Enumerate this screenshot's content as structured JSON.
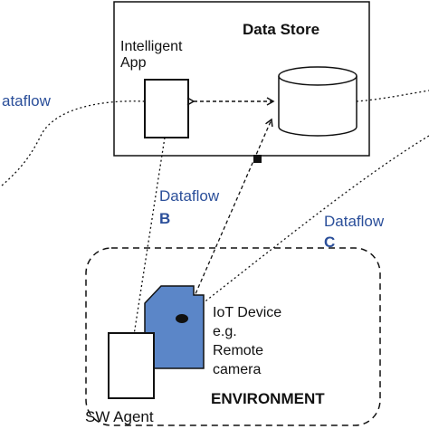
{
  "data_store": {
    "title": "Data Store"
  },
  "intelligent_app": {
    "line1": "Intelligent",
    "line2": "App"
  },
  "dataflow_a": {
    "label": "ataflow"
  },
  "dataflow_b": {
    "label": "Dataflow",
    "letter": "B"
  },
  "dataflow_c": {
    "label": "Dataflow",
    "letter": "C"
  },
  "iot_device": {
    "line1": "IoT Device",
    "line2": "e.g.",
    "line3": "Remote",
    "line4": "camera"
  },
  "environment": {
    "title": "ENVIRONMENT"
  },
  "sw_agent": {
    "label": "SW Agent"
  },
  "colors": {
    "device_fill": "#5b86c8",
    "label_blue": "#2b4f9a",
    "line": "#111111"
  }
}
